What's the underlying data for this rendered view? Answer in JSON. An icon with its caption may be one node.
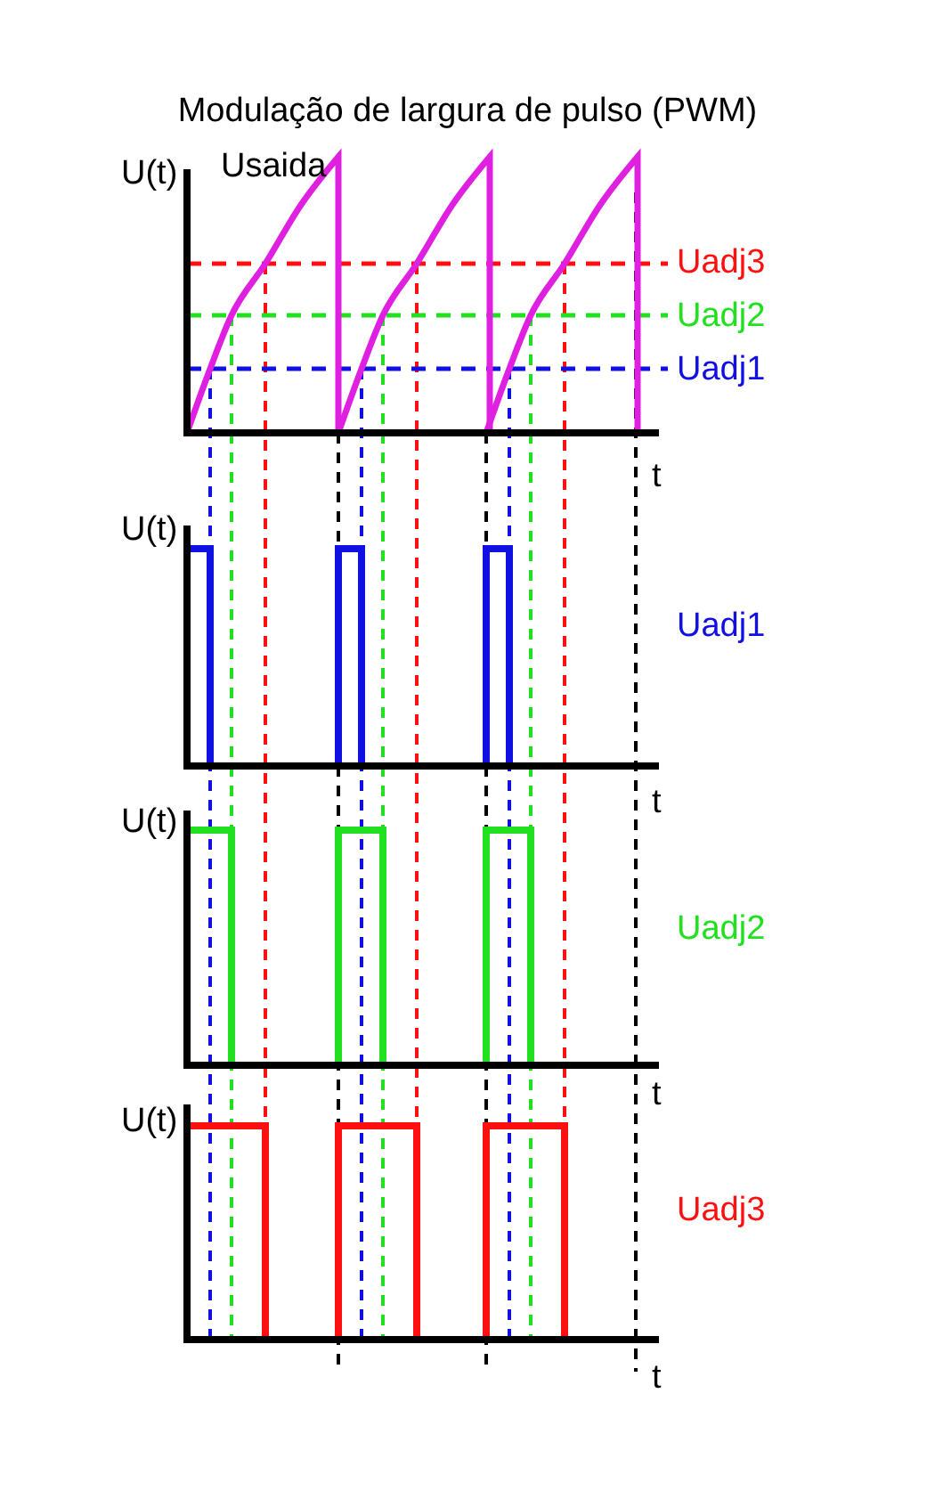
{
  "diagram": {
    "title": "Modulação de largura de pulso (PWM)",
    "labels": [
      "U(t)",
      "Usaida",
      "Uadj3",
      "Uadj2",
      "Uadj1",
      "t",
      "U(t)",
      "Uadj1",
      "t",
      "U(t)",
      "Uadj2",
      "t",
      "U(t)",
      "Uadj3",
      "t"
    ]
  }
}
